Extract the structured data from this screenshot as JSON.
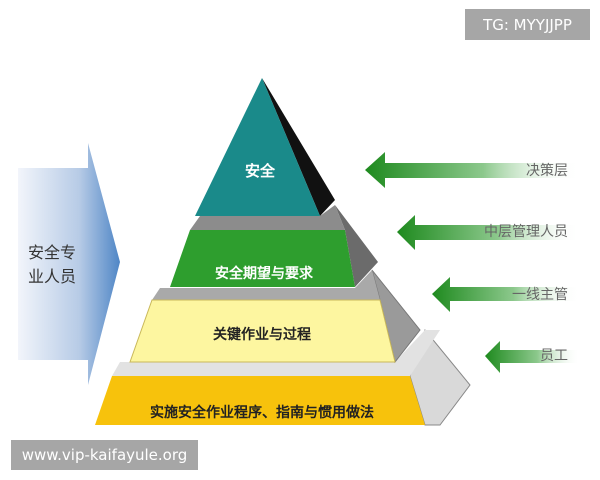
{
  "pyramid": {
    "levels": [
      "安全",
      "安全期望与要求",
      "关键作业与过程",
      "实施安全作业程序、指南与惯用做法"
    ],
    "colors": [
      "#1a8a8a",
      "#2e9e2e",
      "#fdf6a0",
      "#f7c20c"
    ]
  },
  "left_arrow": {
    "line1": "安全专",
    "line2": "业人员",
    "color": "#5b8fc9"
  },
  "right_arrows": [
    {
      "label": "决策层"
    },
    {
      "label": "中层管理人员"
    },
    {
      "label": "一线主管"
    },
    {
      "label": "员工"
    }
  ],
  "arrow_color": "#1e8a1e",
  "watermarks": {
    "top": "TG: MYYJJPP",
    "bottom": "www.vip-kaifayule.org"
  }
}
